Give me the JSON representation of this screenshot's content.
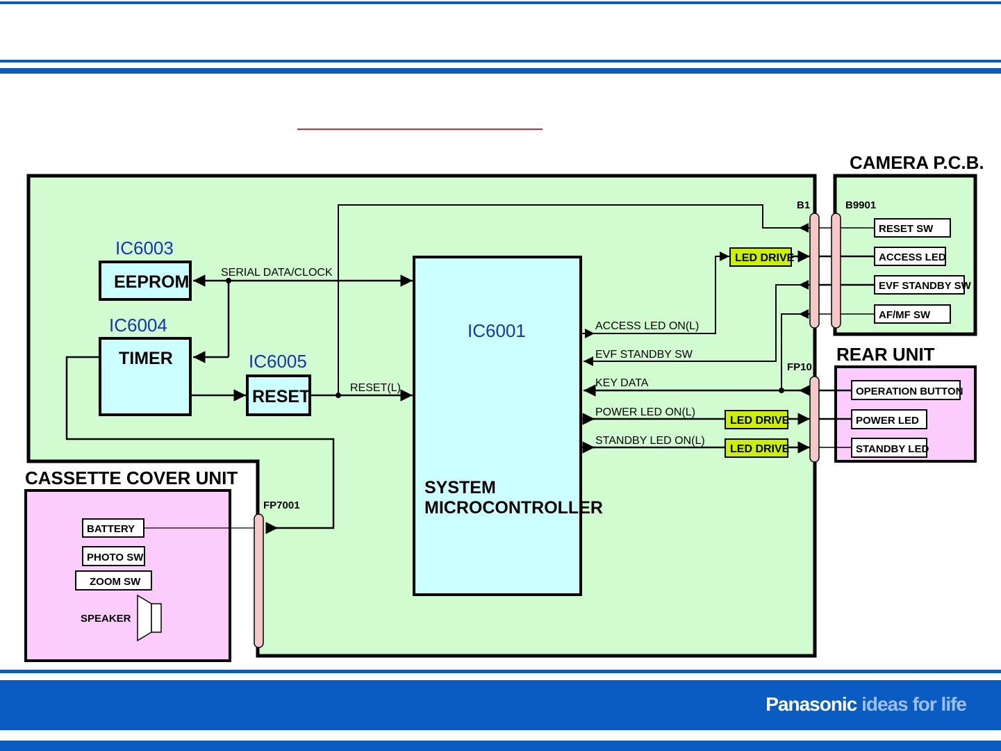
{
  "header": {
    "title_underline_color": "#b03040",
    "band_color": "#0a5cc2"
  },
  "main_board": {
    "chips": {
      "eeprom": {
        "ic": "IC6003",
        "label": "EEPROM"
      },
      "timer": {
        "ic": "IC6004",
        "label": "TIMER"
      },
      "reset": {
        "ic": "IC6005",
        "label": "RESET"
      },
      "mcu": {
        "ic": "IC6001",
        "label_line1": "SYSTEM",
        "label_line2": "MICROCONTROLLER"
      }
    },
    "signals": {
      "serial": "SERIAL DATA/CLOCK",
      "reset_l": "RESET(L)",
      "access_led_on": "ACCESS LED ON(L)",
      "evf_standby_sw": "EVF STANDBY SW",
      "key_data": "KEY DATA",
      "power_led_on": "POWER LED ON(L)",
      "standby_led_on": "STANDBY LED ON(L)"
    },
    "led_drive_label": "LED DRIVE",
    "connectors": {
      "b1": "B1",
      "fp10": "FP10",
      "fp7001": "FP7001"
    }
  },
  "camera_pcb": {
    "title": "CAMERA P.C.B.",
    "connector": "B9901",
    "items": [
      "RESET SW",
      "ACCESS LED",
      "EVF STANDBY SW",
      "AF/MF SW"
    ]
  },
  "rear_unit": {
    "title": "REAR UNIT",
    "items": [
      "OPERATION BUTTON",
      "POWER LED",
      "STANDBY LED"
    ]
  },
  "cassette_cover_unit": {
    "title": "CASSETTE COVER UNIT",
    "items": [
      "BATTERY",
      "PHOTO SW",
      "ZOOM SW"
    ],
    "speaker_label": "SPEAKER"
  },
  "colors": {
    "board_fill": "#d0fcd0",
    "chip_fill": "#ccffff",
    "unit_fill": "#fcccfc",
    "led_drive_fill": "#ccf000",
    "connector_fill": "#f6c8c8"
  },
  "footer": {
    "brand": "Panasonic",
    "tagline": "ideas for life"
  }
}
